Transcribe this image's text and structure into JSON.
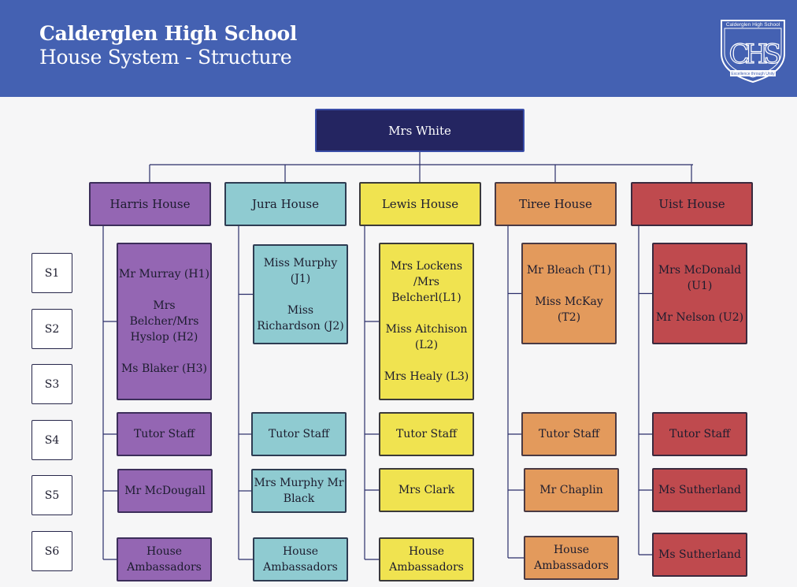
{
  "header": {
    "title": "Calderglen High School",
    "subtitle": "House System - Structure",
    "logo_top_text": "Calderglen High School",
    "logo_monogram": "CHS",
    "logo_motto": "Excellence through Unity"
  },
  "head": {
    "name": "Mrs White"
  },
  "year_groups": [
    "S1",
    "S2",
    "S3",
    "S4",
    "S5",
    "S6"
  ],
  "houses": [
    {
      "name": "Harris House",
      "color": "#9466b3",
      "members": [
        "Mr Murray (H1)",
        "Mrs Belcher/Mrs Hyslop (H2)",
        "Ms Blaker (H3)"
      ],
      "tutor": "Tutor Staff",
      "senior": "Mr McDougall",
      "ambassadors": "House Ambassadors"
    },
    {
      "name": "Jura House",
      "color": "#8fcbd1",
      "members": [
        "Miss Murphy (J1)",
        "Miss Richardson (J2)"
      ],
      "tutor": "Tutor Staff",
      "senior": "Mrs Murphy Mr Black",
      "ambassadors": "House Ambassadors"
    },
    {
      "name": "Lewis House",
      "color": "#f0e350",
      "members": [
        "Mrs Lockens /Mrs Belcherl(L1)",
        "Miss Aitchison (L2)",
        "Mrs Healy (L3)"
      ],
      "tutor": "Tutor Staff",
      "senior": "Mrs Clark",
      "ambassadors": "House Ambassadors"
    },
    {
      "name": "Tiree House",
      "color": "#e39a5c",
      "members": [
        "Mr Bleach (T1)",
        "Miss McKay (T2)"
      ],
      "tutor": "Tutor Staff",
      "senior": "Mr Chaplin",
      "ambassadors": "House Ambassadors"
    },
    {
      "name": "Uist House",
      "color": "#bf4a4e",
      "members": [
        "Mrs McDonald (U1)",
        "Mr Nelson (U2)"
      ],
      "tutor": "Tutor Staff",
      "senior": "Ms Sutherland",
      "ambassadors": "Ms Sutherland"
    }
  ]
}
